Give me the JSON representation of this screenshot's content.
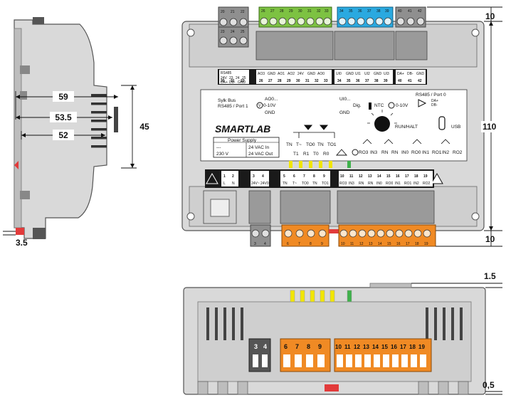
{
  "dimensions": {
    "side_depth_59": "59",
    "side_depth_53_5": "53.5",
    "side_depth_52": "52",
    "side_height_45": "45",
    "side_offset_3_5": "3.5",
    "front_top_10": "10",
    "front_height_110": "110",
    "front_bottom_10": "10",
    "bottom_top_1_5": "1.5",
    "bottom_bottom_0_5": "0,5"
  },
  "top_terminals": {
    "grey_left_top": [
      "20",
      "21",
      "22"
    ],
    "grey_left_bottom": [
      "23",
      "24",
      "25"
    ],
    "green": [
      "26",
      "27",
      "28",
      "29",
      "30",
      "31",
      "32",
      "33"
    ],
    "blue": [
      "34",
      "35",
      "36",
      "37",
      "38",
      "39"
    ],
    "grey_right": [
      "40",
      "41",
      "42"
    ]
  },
  "top_terminal_labels": {
    "bus_a": [
      "RS485",
      "DA+",
      "DB-",
      "GND"
    ],
    "bus_b": [
      "24V",
      "23",
      "24",
      "25"
    ],
    "ao": [
      "AO3",
      "GND",
      "AO1",
      "AO2",
      "24V",
      "GND",
      "AO0"
    ],
    "ui": [
      "UI0",
      "GND",
      "UI1",
      "UI2",
      "GND",
      "UI3"
    ],
    "port0": [
      "DA+",
      "DB-",
      "GND"
    ]
  },
  "top_terminal_numbers": [
    "20",
    "21",
    "22",
    "26",
    "27",
    "28",
    "29",
    "30",
    "31",
    "32",
    "33",
    "34",
    "35",
    "36",
    "37",
    "38",
    "39",
    "40",
    "41",
    "42"
  ],
  "panel": {
    "sylk_bus": "Sylk Bus",
    "rs485_port1": "RS485 / Port 1",
    "v_0_10": "0-10V",
    "ao0": "AO0...",
    "gnd": "GND",
    "ui0": "UI0...",
    "gnd2": "GND",
    "dig": "Dig.",
    "ntc": "NTC",
    "v_0_10b": "0-10V",
    "rs485_port0": "RS485 / Port 0",
    "da": "DA+",
    "db": "DB-",
    "brand": "SMARTLAB",
    "run_halt": "RUN/HALT",
    "usb": "USB",
    "power_supply": "Power Supply",
    "ps_230": "230 V",
    "ps_dash": "---",
    "ps_24in": "24 VAC In",
    "ps_24out": "24 VAC Out",
    "tn_row": [
      "TN",
      "T~",
      "TO0",
      "TN",
      "TO1"
    ],
    "t_row": [
      "T1",
      "R1",
      "T0",
      "R0"
    ],
    "relay_row": [
      "RO3",
      "IN3",
      "RN",
      "RN",
      "IN0",
      "RO0",
      "IN1",
      "RO1",
      "IN2",
      "RO2"
    ]
  },
  "bottom_labels": {
    "numbers": [
      "1",
      "2",
      "3",
      "4",
      "5",
      "6",
      "7",
      "8",
      "9",
      "10",
      "11",
      "12",
      "13",
      "14",
      "15",
      "16",
      "17",
      "18",
      "19"
    ],
    "sub": [
      "L",
      "N",
      "24V~",
      "24V0",
      "TN",
      "T~",
      "TO0",
      "TN",
      "TO1",
      "RO3",
      "IN3",
      "RN",
      "RN",
      "IN0",
      "RO0",
      "IN1",
      "RO1",
      "IN2",
      "RO2"
    ]
  },
  "bottom_terminals": {
    "grey": [
      "3",
      "4"
    ],
    "orange_a": [
      "6",
      "7",
      "8",
      "9"
    ],
    "orange_b": [
      "10",
      "11",
      "12",
      "13",
      "14",
      "15",
      "16",
      "17",
      "18",
      "19"
    ]
  },
  "bottom_view": {
    "grey": [
      "3",
      "4"
    ],
    "orange_a": [
      "6",
      "7",
      "8",
      "9"
    ],
    "orange_b": [
      "10",
      "11",
      "12",
      "13",
      "14",
      "15",
      "16",
      "17",
      "18",
      "19"
    ]
  },
  "colors": {
    "housing": "#d9d9d9",
    "housing_dark": "#7a7a7a",
    "green_terminal": "#7dc242",
    "blue_terminal": "#2aa9e0",
    "orange_terminal": "#f08a24",
    "led_yellow": "#f2e600",
    "led_green": "#3fb14b",
    "label_strip": "#1a1a1a",
    "red_clip": "#e23b3b"
  },
  "icons": [
    "warning-icon",
    "power-icon",
    "sun-icon",
    "usb-icon",
    "dial-icon",
    "relay-icon"
  ]
}
